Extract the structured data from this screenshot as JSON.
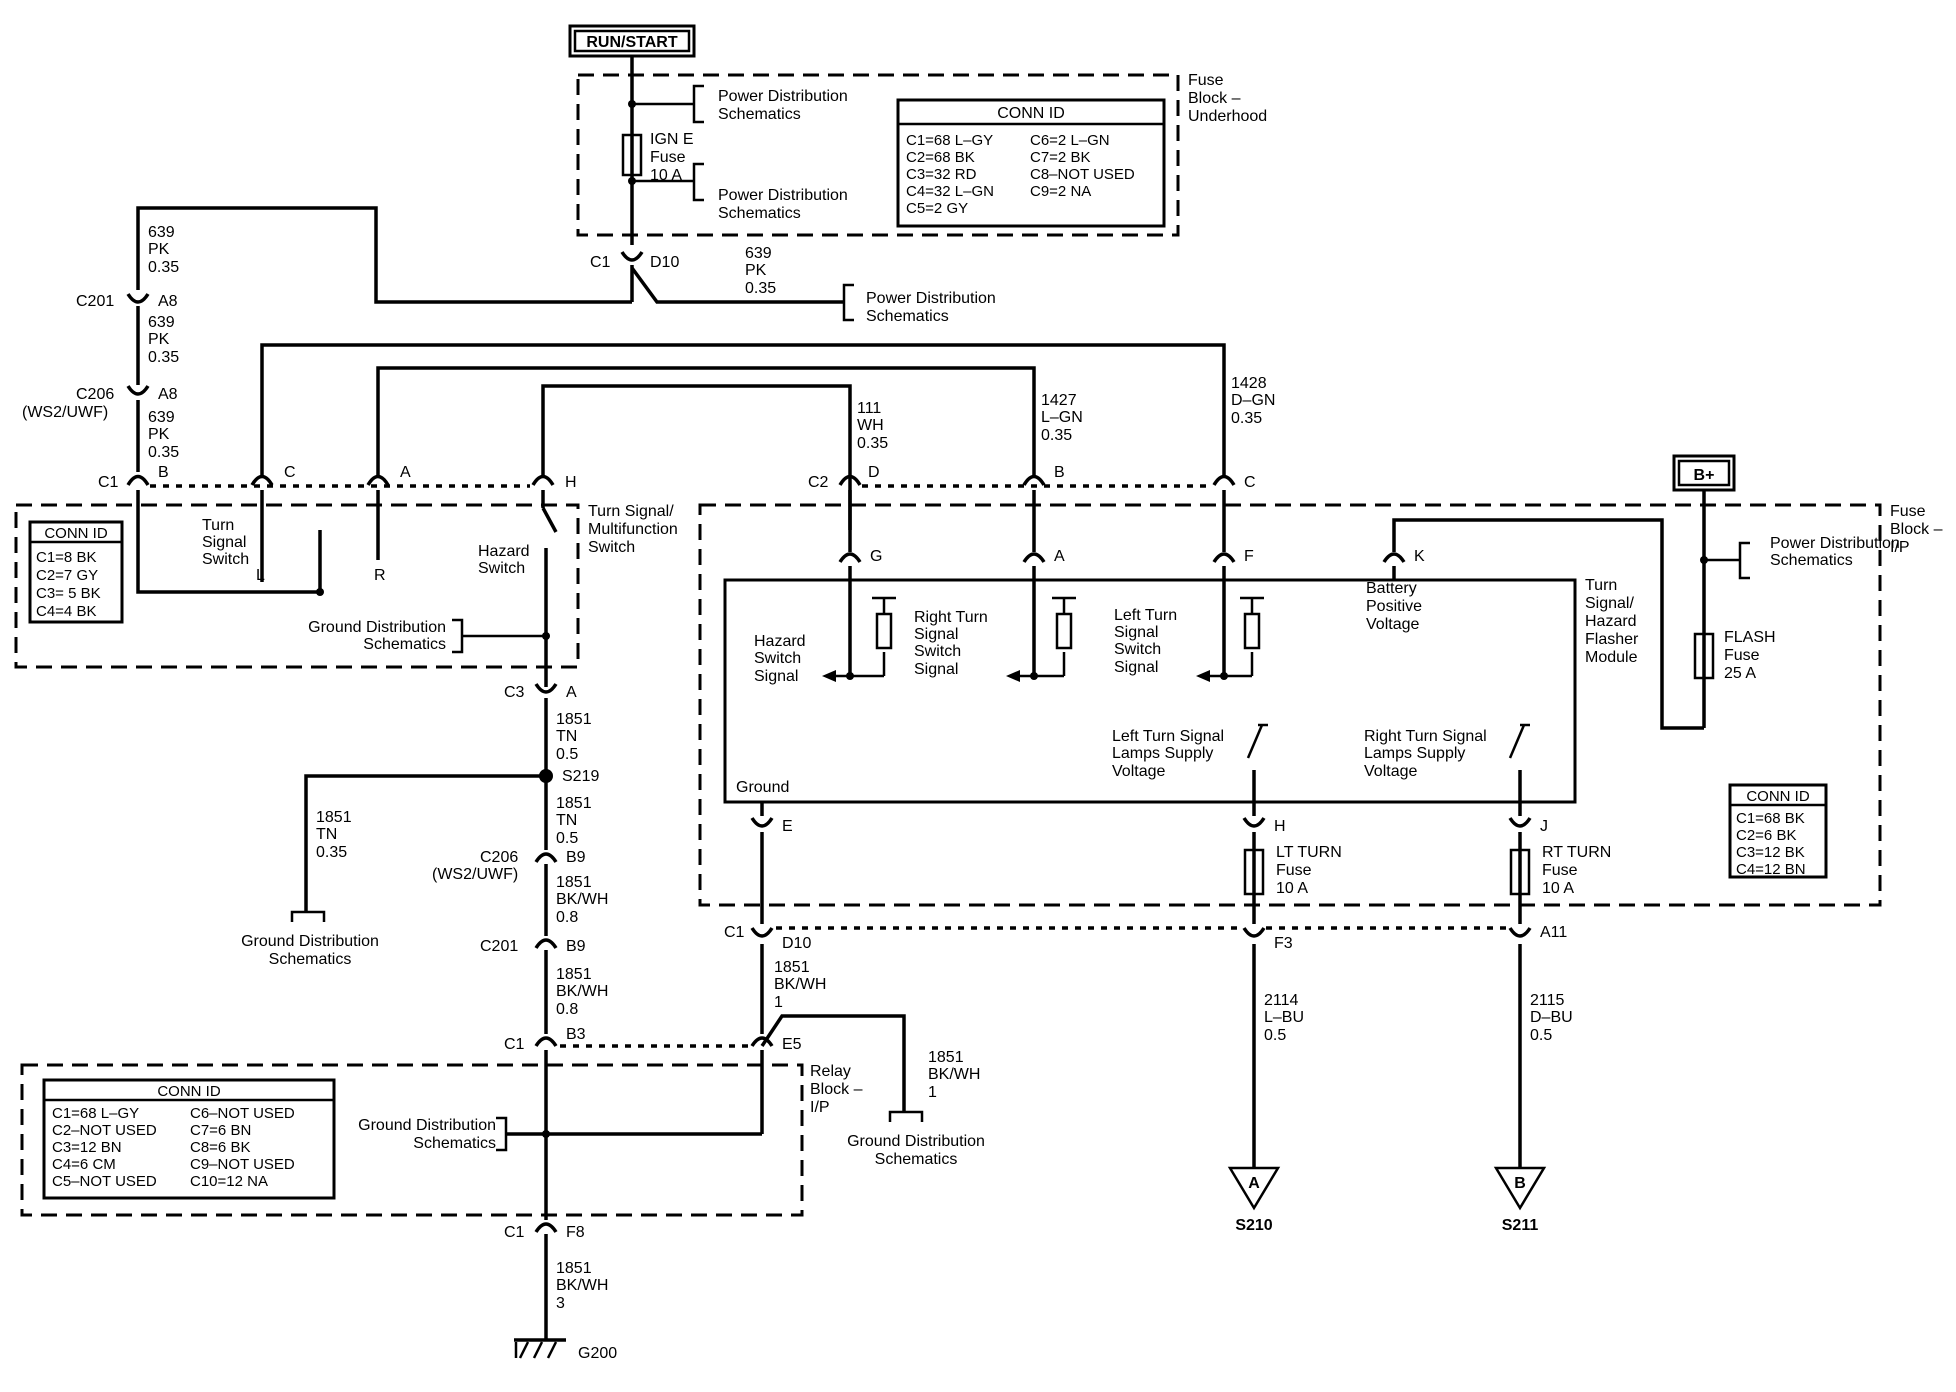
{
  "labels": {
    "run_start": "RUN/START",
    "b_plus": "B+",
    "fuse_block_underhood": [
      "Fuse",
      "Block –",
      "Underhood"
    ],
    "fuse_block_ip": [
      "Fuse",
      "Block –",
      "I/P"
    ],
    "relay_block_ip": [
      "Relay",
      "Block –",
      "I/P"
    ],
    "turn_signal_switch_title": [
      "Turn Signal/",
      "Multifunction",
      "Switch"
    ],
    "flasher_module_title": [
      "Turn",
      "Signal/",
      "Hazard",
      "Flasher",
      "Module"
    ],
    "power_dist": [
      "Power Distribution",
      "Schematics"
    ],
    "ground_dist": [
      "Ground Distribution",
      "Schematics"
    ],
    "ign_fuse": [
      "IGN E",
      "Fuse",
      "10 A"
    ],
    "flash_fuse": [
      "FLASH",
      "Fuse",
      "25 A"
    ],
    "lt_turn_fuse": [
      "LT TURN",
      "Fuse",
      "10 A"
    ],
    "rt_turn_fuse": [
      "RT TURN",
      "Fuse",
      "10 A"
    ],
    "turn_signal_switch": [
      "Turn",
      "Signal",
      "Switch"
    ],
    "hazard_switch": [
      "Hazard",
      "Switch"
    ],
    "hazard_switch_signal": [
      "Hazard",
      "Switch",
      "Signal"
    ],
    "right_turn_switch_signal": [
      "Right Turn",
      "Signal",
      "Switch",
      "Signal"
    ],
    "left_turn_switch_signal": [
      "Left Turn",
      "Signal",
      "Switch",
      "Signal"
    ],
    "battery_positive": [
      "Battery",
      "Positive",
      "Voltage"
    ],
    "left_lamps_supply": [
      "Left Turn Signal",
      "Lamps Supply",
      "Voltage"
    ],
    "right_lamps_supply": [
      "Right Turn Signal",
      "Lamps Supply",
      "Voltage"
    ],
    "ground": "Ground",
    "switch_L": "L",
    "switch_R": "R",
    "g200": "G200",
    "s210": "S210",
    "s211": "S211",
    "s219": "S219",
    "ref_a": "A",
    "ref_b": "B"
  },
  "conn_ids": {
    "underhood": {
      "title": "CONN ID",
      "col1": [
        "C1=68 L–GY",
        "C2=68 BK",
        "C3=32 RD",
        "C4=32 L–GN",
        "C5=2 GY"
      ],
      "col2": [
        "C6=2 L–GN",
        "C7=2 BK",
        "C8–NOT USED",
        "C9=2 NA"
      ]
    },
    "switch": {
      "title": "CONN ID",
      "col1": [
        "C1=8 BK",
        "C2=7 GY",
        "C3= 5 BK",
        "C4=4 BK"
      ]
    },
    "ip_fuse": {
      "title": "CONN ID",
      "col1": [
        "C1=68 BK",
        "C2=6 BK",
        "C3=12 BK",
        "C4=12 BN"
      ]
    },
    "relay": {
      "title": "CONN ID",
      "col1": [
        "C1=68 L–GY",
        "C2–NOT USED",
        "C3=12 BN",
        "C4=6 CM",
        "C5–NOT USED"
      ],
      "col2": [
        "C6–NOT USED",
        "C7=6 BN",
        "C8=6 BK",
        "C9–NOT USED",
        "C10=12 NA"
      ]
    }
  },
  "wires": {
    "w639_top": [
      "639",
      "PK",
      "0.35"
    ],
    "w639_a": [
      "639",
      "PK",
      "0.35"
    ],
    "w639_b": [
      "639",
      "PK",
      "0.35"
    ],
    "w639_pd": [
      "639",
      "PK",
      "0.35"
    ],
    "w111": [
      "111",
      "WH",
      "0.35"
    ],
    "w1427": [
      "1427",
      "L–GN",
      "0.35"
    ],
    "w1428": [
      "1428",
      "D–GN",
      "0.35"
    ],
    "w1851_a": [
      "1851",
      "TN",
      "0.5"
    ],
    "w1851_b": [
      "1851",
      "TN",
      "0.5"
    ],
    "w1851_branch": [
      "1851",
      "TN",
      "0.35"
    ],
    "w1851_bkwh_a": [
      "1851",
      "BK/WH",
      "0.8"
    ],
    "w1851_bkwh_b": [
      "1851",
      "BK/WH",
      "0.8"
    ],
    "w1851_bkwh_c": [
      "1851",
      "BK/WH",
      "1"
    ],
    "w1851_bkwh_d": [
      "1851",
      "BK/WH",
      "1"
    ],
    "w1851_bkwh_e": [
      "1851",
      "BK/WH",
      "3"
    ],
    "w2114": [
      "2114",
      "L–BU",
      "0.5"
    ],
    "w2115": [
      "2115",
      "D–BU",
      "0.5"
    ]
  },
  "connectors": {
    "c1": "C1",
    "c2": "C2",
    "c3": "C3",
    "c201": "C201",
    "c206": "C206",
    "ws2": "(WS2/UWF)",
    "d10": "D10",
    "a8": "A8",
    "b9": "B9",
    "b3": "B3",
    "e5": "E5",
    "f8": "F8",
    "f3": "F3",
    "a11": "A11",
    "pin_a": "A",
    "pin_b": "B",
    "pin_c": "C",
    "pin_d": "D",
    "pin_e": "E",
    "pin_f": "F",
    "pin_g": "G",
    "pin_h": "H",
    "pin_j": "J",
    "pin_k": "K"
  }
}
